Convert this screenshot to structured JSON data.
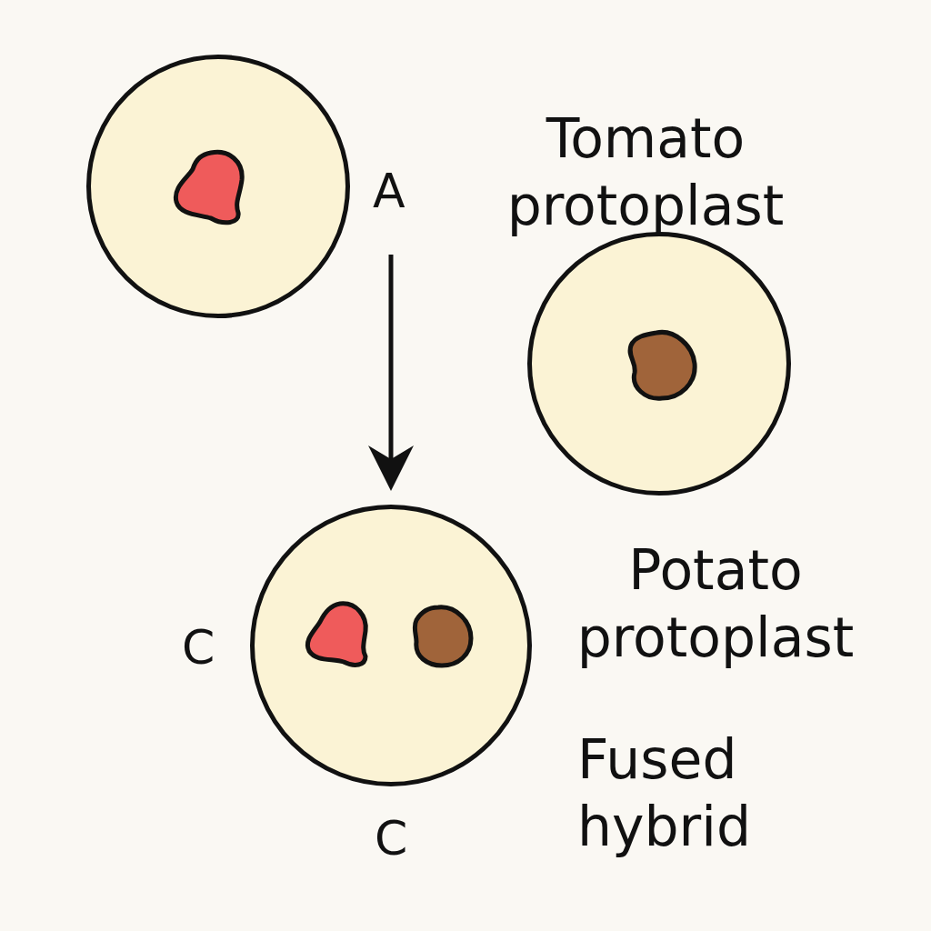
{
  "diagram": {
    "nodes": [
      {
        "text": [
          "Tomato protoplast"
        ]
      },
      {
        "text": [
          "Potato protoplast"
        ]
      },
      {
        "text": [
          "Fused hybrid"
        ]
      }
    ],
    "edges": [
      {
        "from": 0,
        "to": 2,
        "arrow": "to"
      }
    ],
    "labels": [
      "A",
      "C",
      "C"
    ]
  }
}
